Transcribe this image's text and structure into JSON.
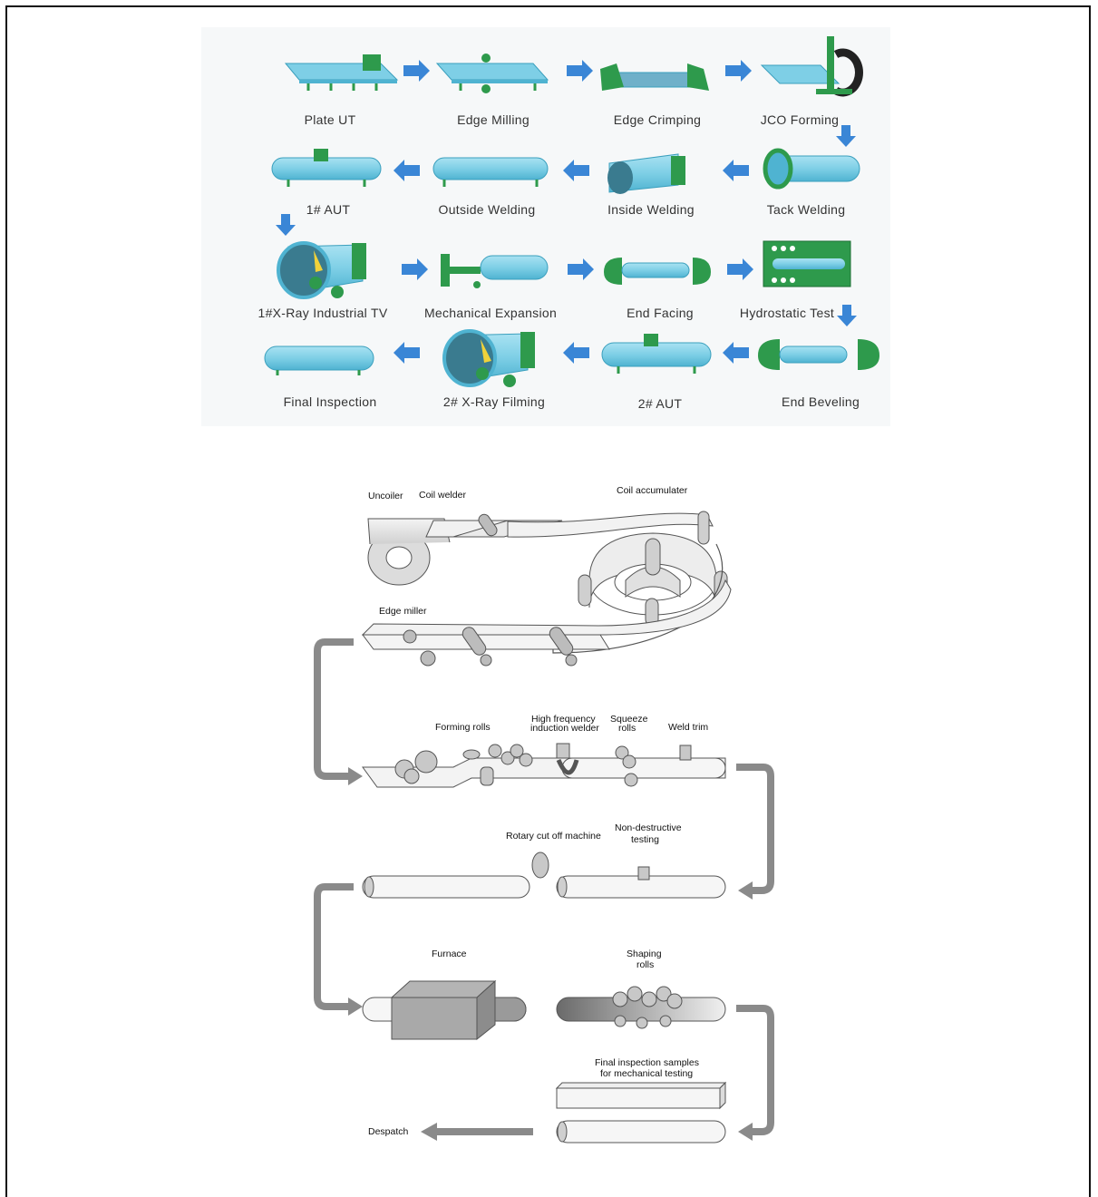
{
  "process_top": {
    "row1": [
      "Plate UT",
      "Edge Milling",
      "Edge Crimping",
      "JCO Forming"
    ],
    "row2": [
      "1# AUT",
      "Outside Welding",
      "Inside Welding",
      "Tack Welding"
    ],
    "row3": [
      "1#X-Ray Industrial TV",
      "Mechanical Expansion",
      "End Facing",
      "Hydrostatic Test"
    ],
    "row4": [
      "Final Inspection",
      "2# X-Ray Filming",
      "2# AUT",
      "End Beveling"
    ]
  },
  "process_bottom": {
    "uncoiler": "Uncoiler",
    "coil_welder": "Coil welder",
    "coil_accumulater": "Coil accumulater",
    "edge_miller": "Edge miller",
    "forming_rolls": "Forming rolls",
    "hf_welder_1": "High frequency",
    "hf_welder_2": "induction welder",
    "squeeze_1": "Squeeze",
    "squeeze_2": "rolls",
    "weld_trim": "Weld trim",
    "rotary_cut": "Rotary cut off machine",
    "ndt_1": "Non-destructive",
    "ndt_2": "testing",
    "furnace": "Furnace",
    "shaping_1": "Shaping",
    "shaping_2": "rolls",
    "final_1": "Final inspection samples",
    "final_2": "for mechanical testing",
    "despatch": "Despatch"
  },
  "colors": {
    "pipe": "#7ecfe6",
    "pipe_edge": "#3a9fbd",
    "machine": "#2e9a4c",
    "arrow": "#3a86d6",
    "grey_arrow": "#8a8a8a"
  }
}
